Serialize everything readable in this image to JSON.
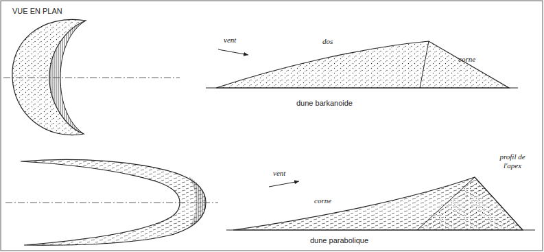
{
  "diagram": {
    "labels": [
      "VUE EN PLAN",
      "vent",
      "dos",
      "corne",
      "dune barkanoide",
      "vent",
      "corne",
      "profil de l'apex",
      "dune parabolique"
    ]
  }
}
